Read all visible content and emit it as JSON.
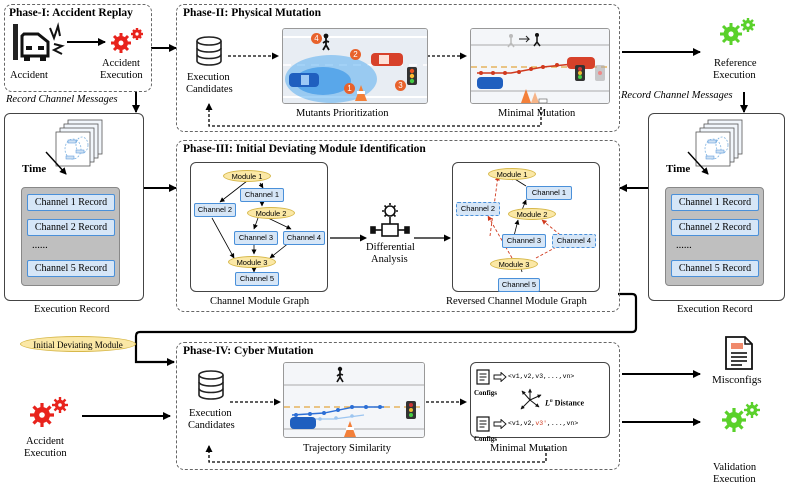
{
  "phases": {
    "p1": "Phase-I: Accident Replay",
    "p2": "Phase-II: Physical Mutation",
    "p3": "Phase-III: Initial Deviating Module Identification",
    "p4": "Phase-IV: Cyber Mutation"
  },
  "labels": {
    "accident": "Accident",
    "accident_exec_1": "Accident",
    "accident_exec_2": "Execution",
    "record_msgs_left": "Record Channel Messages",
    "record_msgs_right": "Record Channel Messages",
    "exec_cand_1": "Execution",
    "exec_cand_2": "Candidates",
    "mutants_prior": "Mutants Prioritization",
    "minimal_mutation": "Minimal Mutation",
    "reference_1": "Reference",
    "reference_2": "Execution",
    "time": "Time",
    "execution_record": "Execution Record",
    "channel_module_graph": "Channel Module Graph",
    "reversed_graph": "Reversed Channel Module Graph",
    "diff_1": "Differential",
    "diff_2": "Analysis",
    "initial_deviating": "Initial Deviating Module",
    "trajectory_similarity": "Trajectory Similarity",
    "minimal_mutation_4": "Minimal Mutation",
    "misconfigs": "Misconfigs",
    "validation_1": "Validation",
    "validation_2": "Execution",
    "configs": "Configs",
    "vec1": "<v1,v2,v3,...,vn>",
    "vec2_a": "<v1,v2,",
    "vec2_b": "v3'",
    "vec2_c": ",...,vn>",
    "ln_distance": " Distance",
    "ln_symbol": "L",
    "ln_sup": "n"
  },
  "records": {
    "items": [
      "Channel 1 Record",
      "Channel 2 Record",
      "......",
      "Channel 5 Record"
    ]
  },
  "graph": {
    "module1": "Module 1",
    "module2": "Module 2",
    "module3": "Module 3",
    "channel1": "Channel 1",
    "channel2": "Channel 2",
    "channel3": "Channel 3",
    "channel4": "Channel 4",
    "channel5": "Channel 5"
  },
  "scene_badges": [
    "4",
    "2",
    "1",
    "3"
  ],
  "colors": {
    "gear_red": "#e8231c",
    "gear_green": "#5ad12a",
    "channel_fill": "#d6e6f7",
    "channel_border": "#4a90d9",
    "module_fill": "#fbe8a6",
    "deviation_red": "#d0391e",
    "trajectory_blue": "#2c6fd6"
  }
}
